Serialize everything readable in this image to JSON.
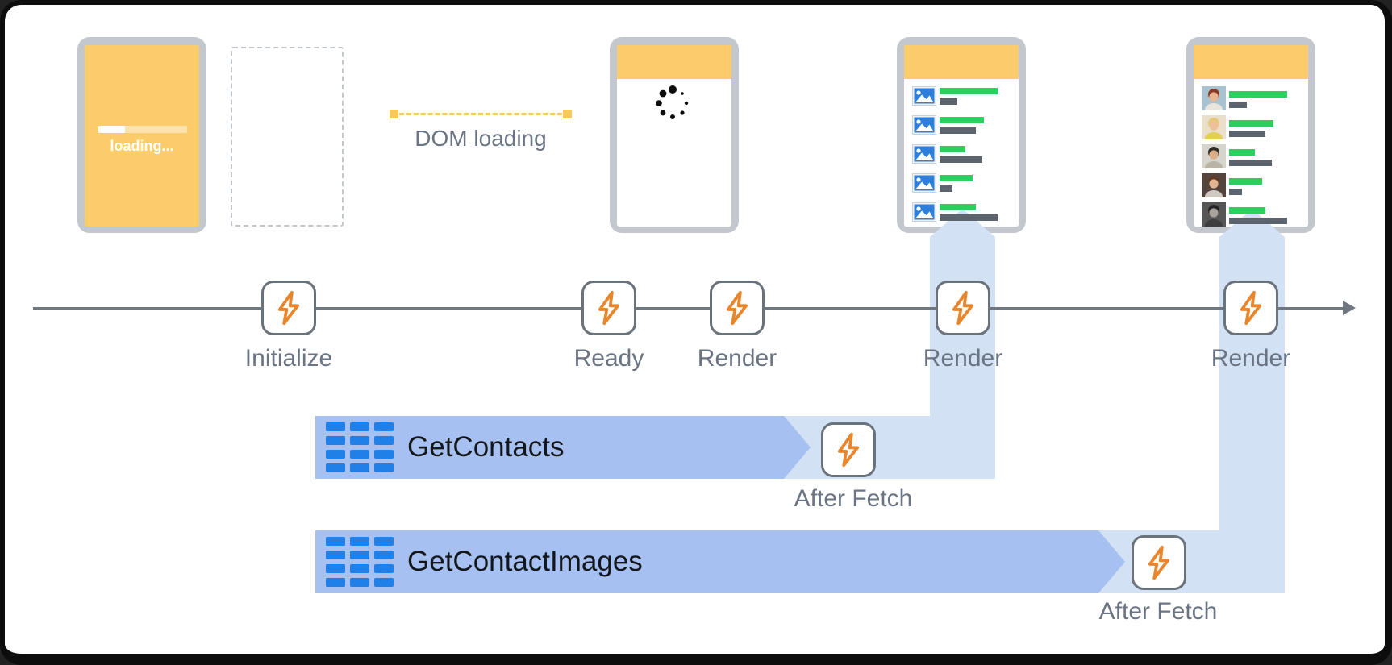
{
  "colors": {
    "yellow": "#FACC6B",
    "phone_frame": "#C3C8CF",
    "timeline_gray": "#6F7880",
    "label_gray": "#6A7482",
    "lightning_orange": "#E8862E",
    "fetch_bar_blue": "#A6C1F1",
    "table_icon_blue": "#2080E8",
    "flag_light_blue": "#D3E1F4",
    "list_green": "#2CCE60",
    "list_dark_gray": "#5C646E",
    "fetch_text": "#14171A"
  },
  "phones": {
    "splash": {
      "loading_label": "loading...",
      "progress_fill": "30%"
    },
    "dom_loading_label": "DOM loading"
  },
  "contact_list": {
    "rows": [
      {
        "green": 72,
        "gray": 22
      },
      {
        "green": 55,
        "gray": 45
      },
      {
        "green": 32,
        "gray": 53
      },
      {
        "green": 41,
        "gray": 16
      },
      {
        "green": 45,
        "gray": 72
      }
    ],
    "avatars": [
      {
        "bg": "#a8c3cf",
        "hair": "#8a3a28",
        "skin": "#eab592",
        "shirt": "#e8e4de"
      },
      {
        "bg": "#e9dfca",
        "hair": "#e6c97f",
        "skin": "#eec09a",
        "shirt": "#e3cf55"
      },
      {
        "bg": "#d6d5cd",
        "hair": "#332d27",
        "skin": "#dcae87",
        "shirt": "#b9b4a5"
      },
      {
        "bg": "#53453d",
        "hair": "#5f3b26",
        "skin": "#e2b494",
        "shirt": "#cfc9bf"
      },
      {
        "bg": "#565656",
        "hair": "#262626",
        "skin": "#a8a39d",
        "shirt": "#3e3e3e"
      }
    ]
  },
  "timeline": {
    "events": [
      {
        "label": "Initialize"
      },
      {
        "label": "Ready"
      },
      {
        "label": "Render"
      },
      {
        "label": "Render"
      },
      {
        "label": "Render"
      }
    ]
  },
  "fetches": [
    {
      "label": "GetContacts",
      "after_label": "After Fetch"
    },
    {
      "label": "GetContactImages",
      "after_label": "After Fetch"
    }
  ]
}
